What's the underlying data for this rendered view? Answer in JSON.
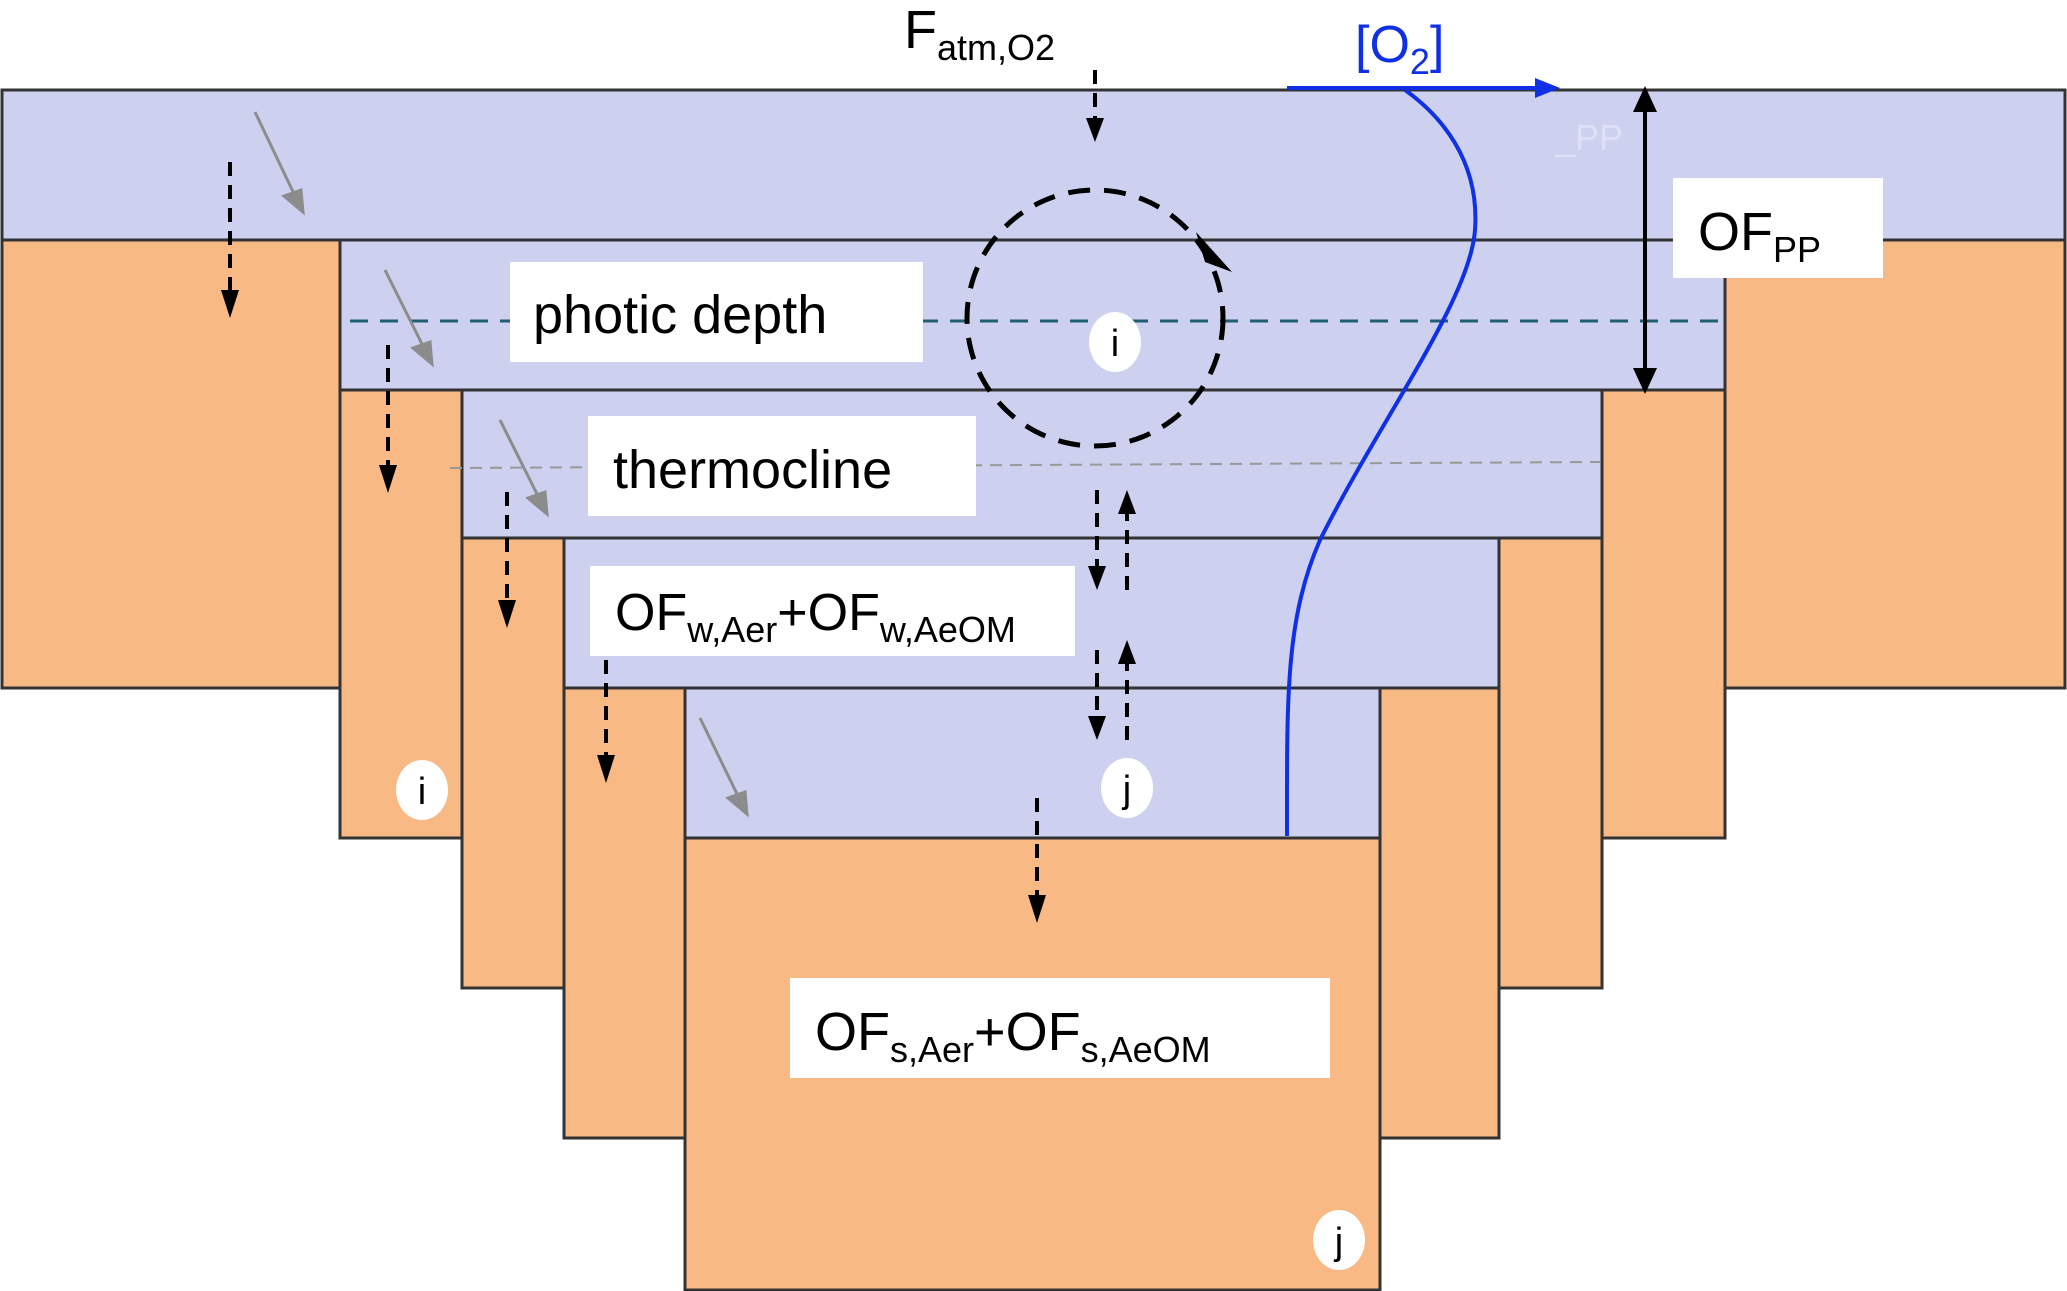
{
  "labels": {
    "atm_flux": {
      "main": "F",
      "sub": "atm,O2"
    },
    "o2_profile": {
      "open": "[O",
      "sub": "2",
      "close": "]"
    },
    "ghost_pp": "_PP",
    "of_pp": {
      "main": "OF",
      "sub": "PP"
    },
    "photic_depth": "photic depth",
    "thermocline": "thermocline",
    "water_flux": {
      "a": "OF",
      "a_sub": "w,Aer",
      "plus": "+",
      "b": "OF",
      "b_sub": "w,AeOM"
    },
    "sediment_flux": {
      "a": "OF",
      "a_sub": "s,Aer",
      "plus": "+",
      "b": "OF",
      "b_sub": "s,AeOM"
    },
    "mixing_marker": "i",
    "flux_marker": "j",
    "box_marker_i": "i",
    "box_marker_j": "j"
  },
  "colors": {
    "water": "#cdd1ef",
    "sediment": "#f8b985",
    "outline": "#333333",
    "o2_profile": "#1030e6",
    "photic_line": "#1f5f73",
    "thermocline_line": "#999999"
  }
}
